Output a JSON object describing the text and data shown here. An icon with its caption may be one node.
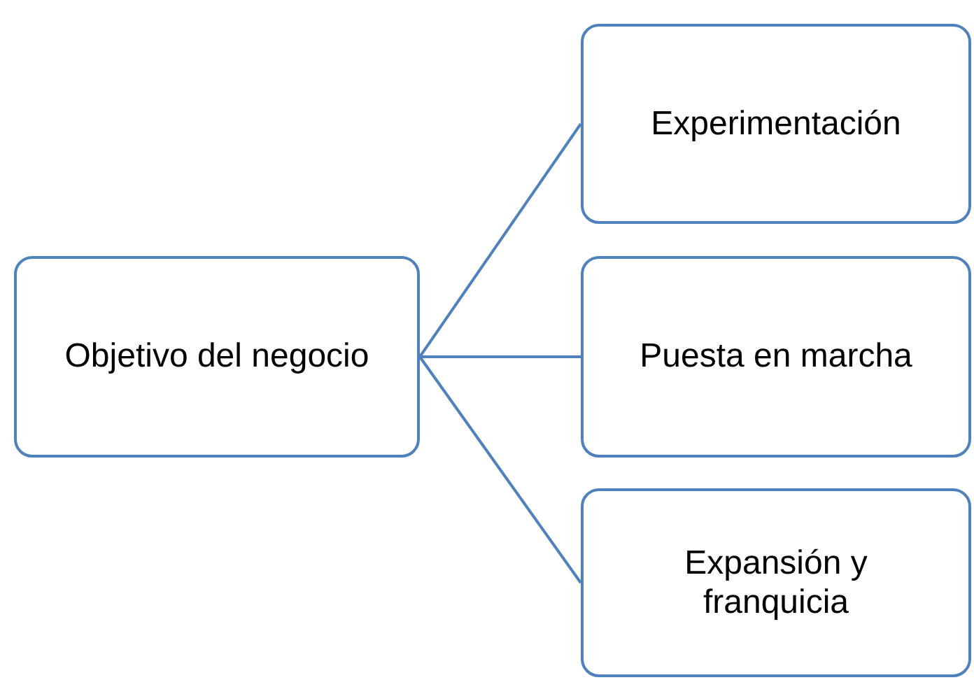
{
  "diagram": {
    "nodes": [
      {
        "text": [
          "Objetivo del negocio"
        ]
      },
      {
        "text": [
          "Experimentación"
        ]
      },
      {
        "text": [
          "Puesta en marcha"
        ]
      },
      {
        "text": [
          "Expansión y franquicia"
        ]
      }
    ],
    "edges": [
      {
        "from": 0,
        "to": 1,
        "arrow": "none"
      },
      {
        "from": 0,
        "to": 2,
        "arrow": "none"
      },
      {
        "from": 0,
        "to": 3,
        "arrow": "none"
      }
    ]
  }
}
